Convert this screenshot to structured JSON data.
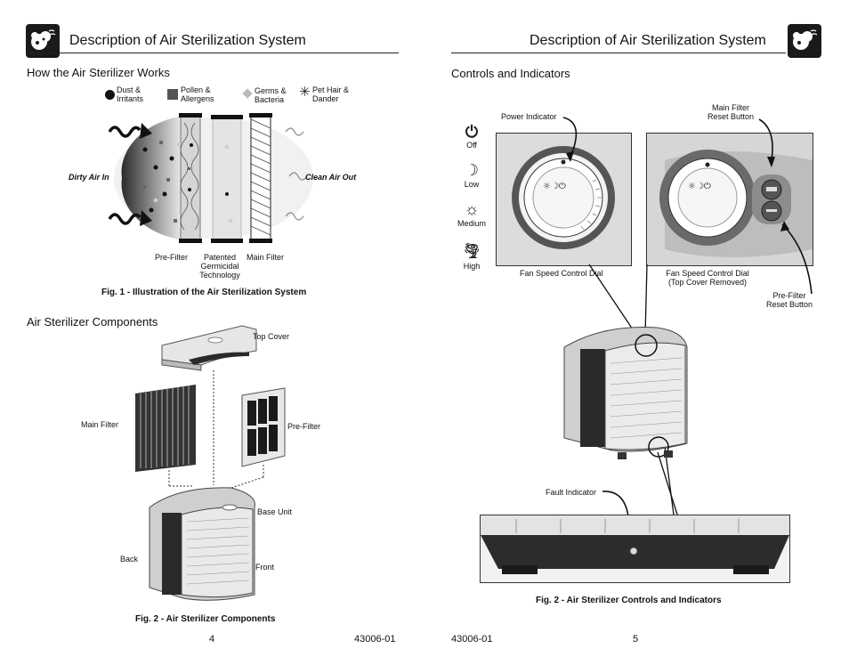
{
  "left_page": {
    "header_title": "Description of Air Sterilization System",
    "section1_title": "How the Air Sterilizer Works",
    "legend": [
      {
        "label": "Dust &\nIrritants",
        "icon": "black-dot-icon"
      },
      {
        "label": "Pollen &\nAllergens",
        "icon": "gray-square-icon"
      },
      {
        "label": "Germs &\nBacteria",
        "icon": "diamond-icon"
      },
      {
        "label": "Pet Hair &\nDander",
        "icon": "asterisk-icon"
      }
    ],
    "fig1_labels": {
      "dirty_air": "Dirty Air In",
      "clean_air": "Clean Air Out",
      "pre_filter": "Pre-Filter",
      "germicidal": "Patented\nGermicidal\nTechnology",
      "main_filter": "Main Filter"
    },
    "fig1_caption": "Fig. 1 - Illustration of the Air Sterilization System",
    "section2_title": "Air Sterilizer Components",
    "component_labels": {
      "top_cover": "Top Cover",
      "main_filter": "Main Filter",
      "pre_filter": "Pre-Filter",
      "base_unit": "Base Unit",
      "back": "Back",
      "front": "Front"
    },
    "fig2_caption": "Fig. 2 - Air Sterilizer Components",
    "page_number": "4",
    "doc_number": "43006-01"
  },
  "right_page": {
    "header_title": "Description of Air Sterilization System",
    "section_title": "Controls and Indicators",
    "speed_settings": [
      {
        "label": "Off",
        "icon": "power-icon"
      },
      {
        "label": "Low",
        "icon": "moon-icon"
      },
      {
        "label": "Medium",
        "icon": "sun-icon"
      },
      {
        "label": "High",
        "icon": "tornado-icon"
      }
    ],
    "callouts": {
      "power_indicator": "Power Indicator",
      "main_filter_reset": "Main Filter\nReset Button",
      "fan_dial": "Fan Speed Control Dial",
      "fan_dial_top_removed": "Fan Speed Control Dial\n(Top Cover Removed)",
      "pre_filter_reset": "Pre-Filter\nReset Button",
      "fault_indicator": "Fault Indicator"
    },
    "fig2_caption": "Fig. 2 - Air Sterilizer Controls and Indicators",
    "page_number": "5",
    "doc_number": "43006-01"
  },
  "colors": {
    "ink": "#111111",
    "dark_gray": "#444444",
    "light_gray": "#d8d8d8"
  }
}
